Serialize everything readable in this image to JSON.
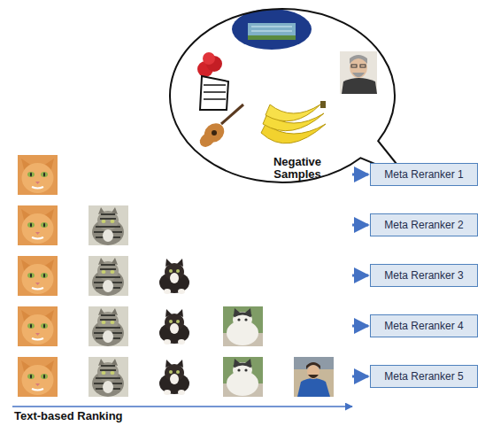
{
  "diagram": {
    "nodes": [
      {
        "text": [
          "Negative Samples"
        ]
      },
      {
        "text": [
          "Meta Reranker 1"
        ]
      },
      {
        "text": [
          "Meta Reranker 2"
        ]
      },
      {
        "text": [
          "Meta Reranker 3"
        ]
      },
      {
        "text": [
          "Meta Reranker 4"
        ]
      },
      {
        "text": [
          "Meta Reranker 5"
        ]
      }
    ],
    "labels": [
      "Text-based Ranking"
    ]
  }
}
